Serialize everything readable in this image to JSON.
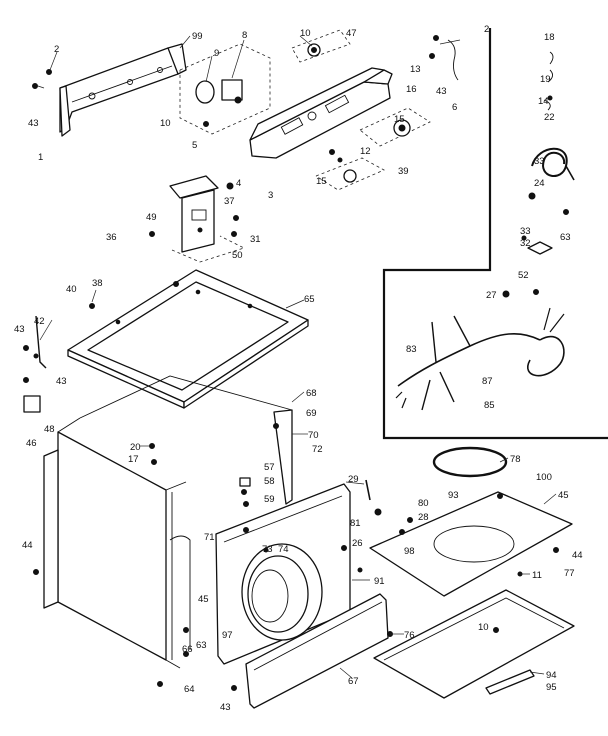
{
  "diagram": {
    "labels": [
      {
        "id": "l1",
        "text": "99"
      },
      {
        "id": "l2",
        "text": "8"
      },
      {
        "id": "l3",
        "text": "10"
      },
      {
        "id": "l4",
        "text": "47"
      },
      {
        "id": "l5",
        "text": "2"
      },
      {
        "id": "l6",
        "text": "2"
      },
      {
        "id": "l7",
        "text": "9"
      },
      {
        "id": "l8",
        "text": "18"
      },
      {
        "id": "l9",
        "text": "19"
      },
      {
        "id": "l10",
        "text": "13"
      },
      {
        "id": "l11",
        "text": "14"
      },
      {
        "id": "l12",
        "text": "43"
      },
      {
        "id": "l13",
        "text": "43"
      },
      {
        "id": "l14",
        "text": "6"
      },
      {
        "id": "l15",
        "text": "22"
      },
      {
        "id": "l16",
        "text": "16"
      },
      {
        "id": "l17",
        "text": "10"
      },
      {
        "id": "l18",
        "text": "15"
      },
      {
        "id": "l19",
        "text": "5"
      },
      {
        "id": "l20",
        "text": "12"
      },
      {
        "id": "l21",
        "text": "1"
      },
      {
        "id": "l22",
        "text": "33"
      },
      {
        "id": "l23",
        "text": "15"
      },
      {
        "id": "l24",
        "text": "39"
      },
      {
        "id": "l25",
        "text": "24"
      },
      {
        "id": "l26",
        "text": "4"
      },
      {
        "id": "l27",
        "text": "3"
      },
      {
        "id": "l28",
        "text": "37"
      },
      {
        "id": "l29",
        "text": "49"
      },
      {
        "id": "l30",
        "text": "33"
      },
      {
        "id": "l31",
        "text": "63"
      },
      {
        "id": "l32",
        "text": "31"
      },
      {
        "id": "l33",
        "text": "32"
      },
      {
        "id": "l34",
        "text": "36"
      },
      {
        "id": "l35",
        "text": "50"
      },
      {
        "id": "l36",
        "text": "52"
      },
      {
        "id": "l37",
        "text": "38"
      },
      {
        "id": "l38",
        "text": "40"
      },
      {
        "id": "l39",
        "text": "27"
      },
      {
        "id": "l40",
        "text": "65"
      },
      {
        "id": "l41",
        "text": "42"
      },
      {
        "id": "l42",
        "text": "43"
      },
      {
        "id": "l43",
        "text": "83"
      },
      {
        "id": "l44",
        "text": "43"
      },
      {
        "id": "l45",
        "text": "87"
      },
      {
        "id": "l46",
        "text": "68"
      },
      {
        "id": "l47",
        "text": "69"
      },
      {
        "id": "l48",
        "text": "85"
      },
      {
        "id": "l49",
        "text": "46"
      },
      {
        "id": "l50",
        "text": "48"
      },
      {
        "id": "l51",
        "text": "44"
      },
      {
        "id": "l52",
        "text": "70"
      },
      {
        "id": "l53",
        "text": "20"
      },
      {
        "id": "l54",
        "text": "17"
      },
      {
        "id": "l55",
        "text": "72"
      },
      {
        "id": "l56",
        "text": "78"
      },
      {
        "id": "l57",
        "text": "57"
      },
      {
        "id": "l58",
        "text": "58"
      },
      {
        "id": "l59",
        "text": "59"
      },
      {
        "id": "l60",
        "text": "100"
      },
      {
        "id": "l61",
        "text": "29"
      },
      {
        "id": "l62",
        "text": "93"
      },
      {
        "id": "l63",
        "text": "45"
      },
      {
        "id": "l64",
        "text": "80"
      },
      {
        "id": "l65",
        "text": "28"
      },
      {
        "id": "l66",
        "text": "81"
      },
      {
        "id": "l67",
        "text": "71"
      },
      {
        "id": "l68",
        "text": "73"
      },
      {
        "id": "l69",
        "text": "74"
      },
      {
        "id": "l70",
        "text": "26"
      },
      {
        "id": "l71",
        "text": "98"
      },
      {
        "id": "l72",
        "text": "44"
      },
      {
        "id": "l73",
        "text": "77"
      },
      {
        "id": "l74",
        "text": "91"
      },
      {
        "id": "l75",
        "text": "11"
      },
      {
        "id": "l76",
        "text": "45"
      },
      {
        "id": "l77",
        "text": "97"
      },
      {
        "id": "l78",
        "text": "10"
      },
      {
        "id": "l79",
        "text": "63"
      },
      {
        "id": "l80",
        "text": "76"
      },
      {
        "id": "l81",
        "text": "66"
      },
      {
        "id": "l82",
        "text": "94"
      },
      {
        "id": "l83",
        "text": "67"
      },
      {
        "id": "l84",
        "text": "95"
      },
      {
        "id": "l85",
        "text": "64"
      },
      {
        "id": "l86",
        "text": "43"
      }
    ]
  }
}
